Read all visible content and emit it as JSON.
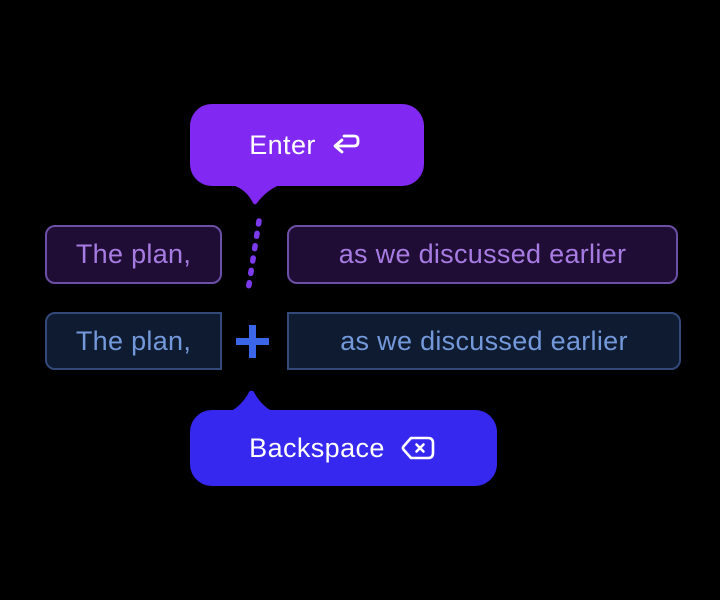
{
  "diagram": {
    "enter_callout": {
      "label": "Enter",
      "icon": "return-icon"
    },
    "backspace_callout": {
      "label": "Backspace",
      "icon": "backspace-delete-icon"
    },
    "split_row": {
      "left": "The plan,",
      "right": "as we discussed earlier",
      "separator": "dashed-split-line"
    },
    "merge_row": {
      "left": "The plan,",
      "right": "as we discussed earlier",
      "separator": "+"
    }
  },
  "colors": {
    "background": "#000000",
    "enter_bubble": "#8129f2",
    "backspace_bubble": "#3728f0",
    "split_chip_bg": "#200d36",
    "split_chip_border": "#6c4fa6",
    "split_chip_text": "#a77ce2",
    "merge_chip_bg": "#0e1b31",
    "merge_chip_border": "#32497a",
    "merge_chip_text": "#7499db",
    "plus_sign": "#3b66e8",
    "dashed_line": "#7c3aed",
    "callout_text": "#ffffff"
  }
}
